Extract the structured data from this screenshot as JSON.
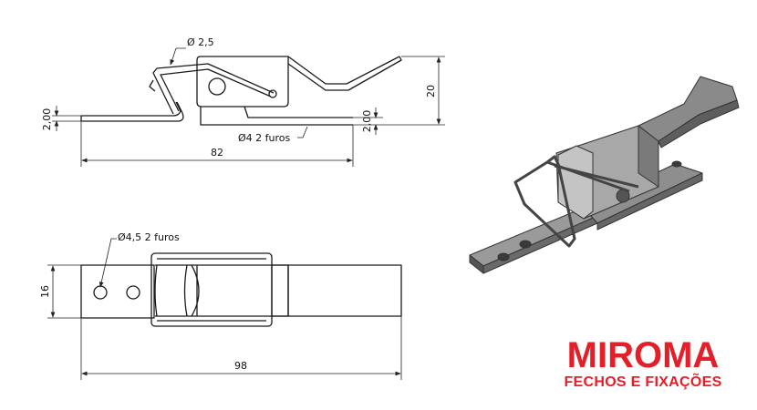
{
  "side_view": {
    "wire_diameter": "Ø 2,5",
    "left_thickness": "2,00",
    "holes_note": "Ø4  2 furos",
    "right_thickness": "2,00",
    "height": "20",
    "length": "82"
  },
  "top_view": {
    "holes_note": "Ø4,5  2 furos",
    "width": "16",
    "length": "98"
  },
  "logo": {
    "name": "MIROMA",
    "tagline": "FECHOS E FIXAÇÕES",
    "color": "#e3202a"
  }
}
